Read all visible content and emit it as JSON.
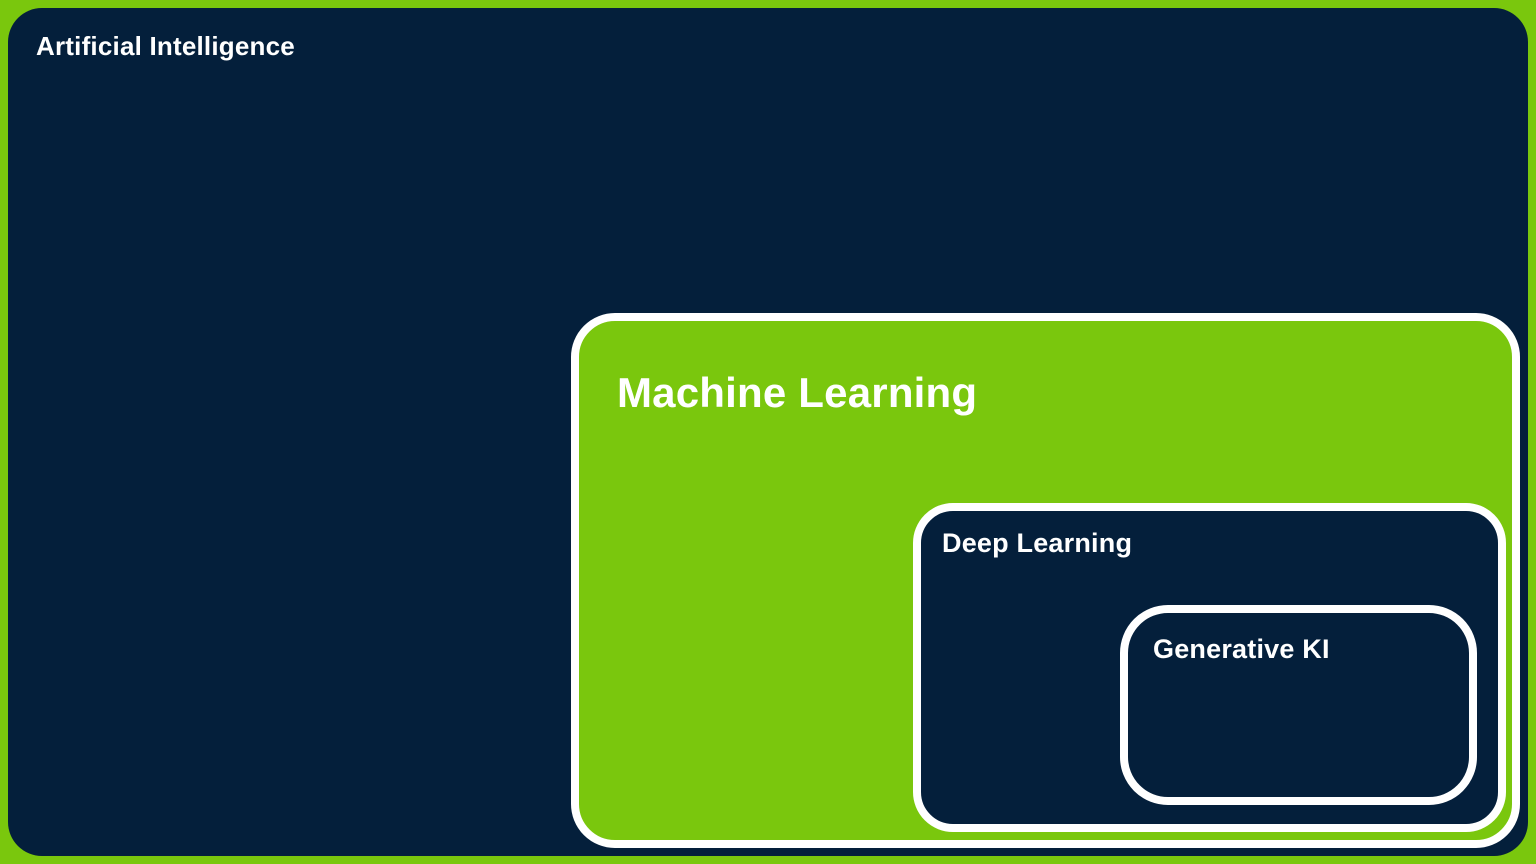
{
  "colors": {
    "page_green": "#7AC70D",
    "panel_navy": "#041F3B",
    "outline_white": "#FFFFFF",
    "label_white": "#FFFFFF"
  },
  "diagram": {
    "type": "nested-boxes",
    "description_levels_outer_to_inner": [
      "Artificial Intelligence",
      "Machine Learning",
      "Deep Learning",
      "Generative KI"
    ]
  },
  "boxes": {
    "artificial_intelligence": {
      "label": "Artificial Intelligence"
    },
    "machine_learning": {
      "label": "Machine Learning"
    },
    "deep_learning": {
      "label": "Deep Learning"
    },
    "generative_ki": {
      "label": "Generative KI"
    }
  }
}
